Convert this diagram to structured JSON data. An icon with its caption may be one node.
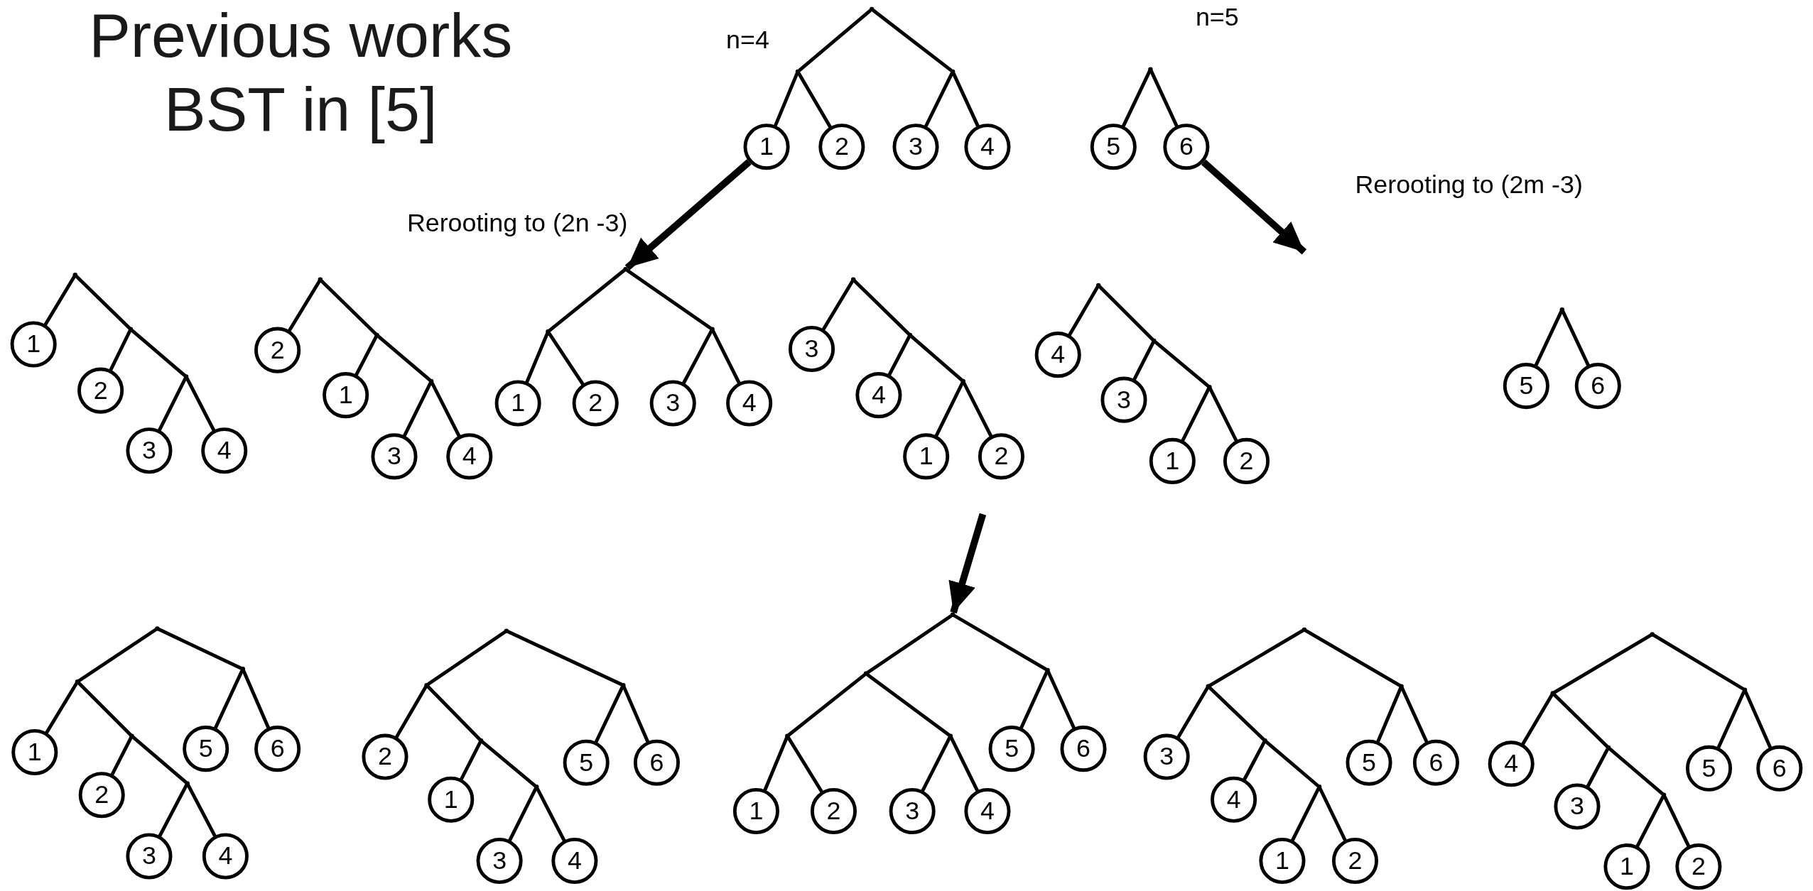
{
  "diagram": {
    "title": "Previous works BST in [5]",
    "nodes": [
      {
        "text": [],
        "shape": "point"
      },
      {
        "text": [],
        "shape": "point"
      },
      {
        "text": [],
        "shape": "point"
      },
      {
        "text": [
          "1"
        ]
      },
      {
        "text": [
          "2"
        ]
      },
      {
        "text": [
          "3"
        ]
      },
      {
        "text": [
          "4"
        ]
      },
      {
        "text": [],
        "shape": "point"
      },
      {
        "text": [
          "5"
        ]
      },
      {
        "text": [
          "6"
        ]
      },
      {
        "text": [],
        "shape": "point"
      },
      {
        "text": [],
        "shape": "point"
      },
      {
        "text": [],
        "shape": "point"
      },
      {
        "text": [
          "1"
        ]
      },
      {
        "text": [
          "2"
        ]
      },
      {
        "text": [
          "3"
        ]
      },
      {
        "text": [
          "4"
        ]
      },
      {
        "text": [],
        "shape": "point"
      },
      {
        "text": [],
        "shape": "point"
      },
      {
        "text": [],
        "shape": "point"
      },
      {
        "text": [
          "2"
        ]
      },
      {
        "text": [
          "1"
        ]
      },
      {
        "text": [
          "3"
        ]
      },
      {
        "text": [
          "4"
        ]
      },
      {
        "text": [],
        "shape": "point"
      },
      {
        "text": [],
        "shape": "point"
      },
      {
        "text": [],
        "shape": "point"
      },
      {
        "text": [
          "1"
        ]
      },
      {
        "text": [
          "2"
        ]
      },
      {
        "text": [
          "3"
        ]
      },
      {
        "text": [
          "4"
        ]
      },
      {
        "text": [],
        "shape": "point"
      },
      {
        "text": [],
        "shape": "point"
      },
      {
        "text": [],
        "shape": "point"
      },
      {
        "text": [
          "3"
        ]
      },
      {
        "text": [
          "4"
        ]
      },
      {
        "text": [
          "1"
        ]
      },
      {
        "text": [
          "2"
        ]
      },
      {
        "text": [],
        "shape": "point"
      },
      {
        "text": [],
        "shape": "point"
      },
      {
        "text": [],
        "shape": "point"
      },
      {
        "text": [
          "4"
        ]
      },
      {
        "text": [
          "3"
        ]
      },
      {
        "text": [
          "1"
        ]
      },
      {
        "text": [
          "2"
        ]
      },
      {
        "text": [],
        "shape": "point"
      },
      {
        "text": [
          "5"
        ]
      },
      {
        "text": [
          "6"
        ]
      },
      {
        "text": [],
        "shape": "point"
      },
      {
        "text": [],
        "shape": "point"
      },
      {
        "text": [],
        "shape": "point"
      },
      {
        "text": [],
        "shape": "point"
      },
      {
        "text": [],
        "shape": "point"
      },
      {
        "text": [
          "1"
        ]
      },
      {
        "text": [
          "2"
        ]
      },
      {
        "text": [
          "3"
        ]
      },
      {
        "text": [
          "4"
        ]
      },
      {
        "text": [
          "5"
        ]
      },
      {
        "text": [
          "6"
        ]
      },
      {
        "text": [],
        "shape": "point"
      },
      {
        "text": [],
        "shape": "point"
      },
      {
        "text": [],
        "shape": "point"
      },
      {
        "text": [],
        "shape": "point"
      },
      {
        "text": [],
        "shape": "point"
      },
      {
        "text": [
          "2"
        ]
      },
      {
        "text": [
          "1"
        ]
      },
      {
        "text": [
          "3"
        ]
      },
      {
        "text": [
          "4"
        ]
      },
      {
        "text": [
          "5"
        ]
      },
      {
        "text": [
          "6"
        ]
      },
      {
        "text": [],
        "shape": "point"
      },
      {
        "text": [],
        "shape": "point"
      },
      {
        "text": [],
        "shape": "point"
      },
      {
        "text": [],
        "shape": "point"
      },
      {
        "text": [],
        "shape": "point"
      },
      {
        "text": [
          "1"
        ]
      },
      {
        "text": [
          "2"
        ]
      },
      {
        "text": [
          "3"
        ]
      },
      {
        "text": [
          "4"
        ]
      },
      {
        "text": [
          "5"
        ]
      },
      {
        "text": [
          "6"
        ]
      },
      {
        "text": [],
        "shape": "point"
      },
      {
        "text": [],
        "shape": "point"
      },
      {
        "text": [],
        "shape": "point"
      },
      {
        "text": [],
        "shape": "point"
      },
      {
        "text": [],
        "shape": "point"
      },
      {
        "text": [
          "3"
        ]
      },
      {
        "text": [
          "4"
        ]
      },
      {
        "text": [
          "1"
        ]
      },
      {
        "text": [
          "2"
        ]
      },
      {
        "text": [
          "5"
        ]
      },
      {
        "text": [
          "6"
        ]
      },
      {
        "text": [],
        "shape": "point"
      },
      {
        "text": [],
        "shape": "point"
      },
      {
        "text": [],
        "shape": "point"
      },
      {
        "text": [],
        "shape": "point"
      },
      {
        "text": [],
        "shape": "point"
      },
      {
        "text": [
          "4"
        ]
      },
      {
        "text": [
          "3"
        ]
      },
      {
        "text": [
          "1"
        ]
      },
      {
        "text": [
          "2"
        ]
      },
      {
        "text": [
          "5"
        ]
      },
      {
        "text": [
          "6"
        ]
      }
    ],
    "edges": [
      {
        "from": 3,
        "to": 24,
        "arrow": "to",
        "label": "Rerooting to (2n -3)",
        "style": "thick"
      },
      {
        "from": 9,
        "to": null,
        "arrow": "to",
        "label": "Rerooting to (2m -3)",
        "style": "thick"
      },
      {
        "from": null,
        "to": 70,
        "arrow": "to",
        "style": "thick"
      },
      {
        "from": 0,
        "to": 1,
        "arrow": "none"
      },
      {
        "from": 0,
        "to": 2,
        "arrow": "none"
      },
      {
        "from": 1,
        "to": 3,
        "arrow": "none"
      },
      {
        "from": 1,
        "to": 4,
        "arrow": "none"
      },
      {
        "from": 2,
        "to": 5,
        "arrow": "none"
      },
      {
        "from": 2,
        "to": 6,
        "arrow": "none"
      },
      {
        "from": 7,
        "to": 8,
        "arrow": "none"
      },
      {
        "from": 7,
        "to": 9,
        "arrow": "none"
      },
      {
        "from": 10,
        "to": 13,
        "arrow": "none"
      },
      {
        "from": 10,
        "to": 11,
        "arrow": "none"
      },
      {
        "from": 11,
        "to": 14,
        "arrow": "none"
      },
      {
        "from": 11,
        "to": 12,
        "arrow": "none"
      },
      {
        "from": 12,
        "to": 15,
        "arrow": "none"
      },
      {
        "from": 12,
        "to": 16,
        "arrow": "none"
      },
      {
        "from": 17,
        "to": 20,
        "arrow": "none"
      },
      {
        "from": 17,
        "to": 18,
        "arrow": "none"
      },
      {
        "from": 18,
        "to": 21,
        "arrow": "none"
      },
      {
        "from": 18,
        "to": 19,
        "arrow": "none"
      },
      {
        "from": 19,
        "to": 22,
        "arrow": "none"
      },
      {
        "from": 19,
        "to": 23,
        "arrow": "none"
      },
      {
        "from": 24,
        "to": 25,
        "arrow": "none"
      },
      {
        "from": 24,
        "to": 26,
        "arrow": "none"
      },
      {
        "from": 25,
        "to": 27,
        "arrow": "none"
      },
      {
        "from": 25,
        "to": 28,
        "arrow": "none"
      },
      {
        "from": 26,
        "to": 29,
        "arrow": "none"
      },
      {
        "from": 26,
        "to": 30,
        "arrow": "none"
      },
      {
        "from": 31,
        "to": 34,
        "arrow": "none"
      },
      {
        "from": 31,
        "to": 32,
        "arrow": "none"
      },
      {
        "from": 32,
        "to": 35,
        "arrow": "none"
      },
      {
        "from": 32,
        "to": 33,
        "arrow": "none"
      },
      {
        "from": 33,
        "to": 36,
        "arrow": "none"
      },
      {
        "from": 33,
        "to": 37,
        "arrow": "none"
      },
      {
        "from": 38,
        "to": 41,
        "arrow": "none"
      },
      {
        "from": 38,
        "to": 39,
        "arrow": "none"
      },
      {
        "from": 39,
        "to": 42,
        "arrow": "none"
      },
      {
        "from": 39,
        "to": 40,
        "arrow": "none"
      },
      {
        "from": 40,
        "to": 43,
        "arrow": "none"
      },
      {
        "from": 40,
        "to": 44,
        "arrow": "none"
      },
      {
        "from": 45,
        "to": 46,
        "arrow": "none"
      },
      {
        "from": 45,
        "to": 47,
        "arrow": "none"
      },
      {
        "from": 48,
        "to": 49,
        "arrow": "none"
      },
      {
        "from": 48,
        "to": 50,
        "arrow": "none"
      },
      {
        "from": 49,
        "to": 53,
        "arrow": "none"
      },
      {
        "from": 49,
        "to": 51,
        "arrow": "none"
      },
      {
        "from": 51,
        "to": 54,
        "arrow": "none"
      },
      {
        "from": 51,
        "to": 52,
        "arrow": "none"
      },
      {
        "from": 52,
        "to": 55,
        "arrow": "none"
      },
      {
        "from": 52,
        "to": 56,
        "arrow": "none"
      },
      {
        "from": 50,
        "to": 57,
        "arrow": "none"
      },
      {
        "from": 50,
        "to": 58,
        "arrow": "none"
      },
      {
        "from": 59,
        "to": 60,
        "arrow": "none"
      },
      {
        "from": 59,
        "to": 61,
        "arrow": "none"
      },
      {
        "from": 60,
        "to": 64,
        "arrow": "none"
      },
      {
        "from": 60,
        "to": 62,
        "arrow": "none"
      },
      {
        "from": 62,
        "to": 65,
        "arrow": "none"
      },
      {
        "from": 62,
        "to": 63,
        "arrow": "none"
      },
      {
        "from": 63,
        "to": 66,
        "arrow": "none"
      },
      {
        "from": 63,
        "to": 67,
        "arrow": "none"
      },
      {
        "from": 61,
        "to": 68,
        "arrow": "none"
      },
      {
        "from": 61,
        "to": 69,
        "arrow": "none"
      },
      {
        "from": 70,
        "to": 71,
        "arrow": "none"
      },
      {
        "from": 70,
        "to": 72,
        "arrow": "none"
      },
      {
        "from": 71,
        "to": 73,
        "arrow": "none"
      },
      {
        "from": 71,
        "to": 74,
        "arrow": "none"
      },
      {
        "from": 73,
        "to": 75,
        "arrow": "none"
      },
      {
        "from": 73,
        "to": 76,
        "arrow": "none"
      },
      {
        "from": 74,
        "to": 77,
        "arrow": "none"
      },
      {
        "from": 74,
        "to": 78,
        "arrow": "none"
      },
      {
        "from": 72,
        "to": 79,
        "arrow": "none"
      },
      {
        "from": 72,
        "to": 80,
        "arrow": "none"
      },
      {
        "from": 81,
        "to": 82,
        "arrow": "none"
      },
      {
        "from": 81,
        "to": 83,
        "arrow": "none"
      },
      {
        "from": 82,
        "to": 86,
        "arrow": "none"
      },
      {
        "from": 82,
        "to": 84,
        "arrow": "none"
      },
      {
        "from": 84,
        "to": 87,
        "arrow": "none"
      },
      {
        "from": 84,
        "to": 85,
        "arrow": "none"
      },
      {
        "from": 85,
        "to": 88,
        "arrow": "none"
      },
      {
        "from": 85,
        "to": 89,
        "arrow": "none"
      },
      {
        "from": 83,
        "to": 90,
        "arrow": "none"
      },
      {
        "from": 83,
        "to": 91,
        "arrow": "none"
      },
      {
        "from": 92,
        "to": 93,
        "arrow": "none"
      },
      {
        "from": 92,
        "to": 94,
        "arrow": "none"
      },
      {
        "from": 93,
        "to": 97,
        "arrow": "none"
      },
      {
        "from": 93,
        "to": 95,
        "arrow": "none"
      },
      {
        "from": 95,
        "to": 98,
        "arrow": "none"
      },
      {
        "from": 95,
        "to": 96,
        "arrow": "none"
      },
      {
        "from": 96,
        "to": 99,
        "arrow": "none"
      },
      {
        "from": 96,
        "to": 100,
        "arrow": "none"
      },
      {
        "from": 94,
        "to": 101,
        "arrow": "none"
      },
      {
        "from": 94,
        "to": 102,
        "arrow": "none"
      }
    ],
    "labels": [
      "n=4",
      "n=5"
    ]
  }
}
